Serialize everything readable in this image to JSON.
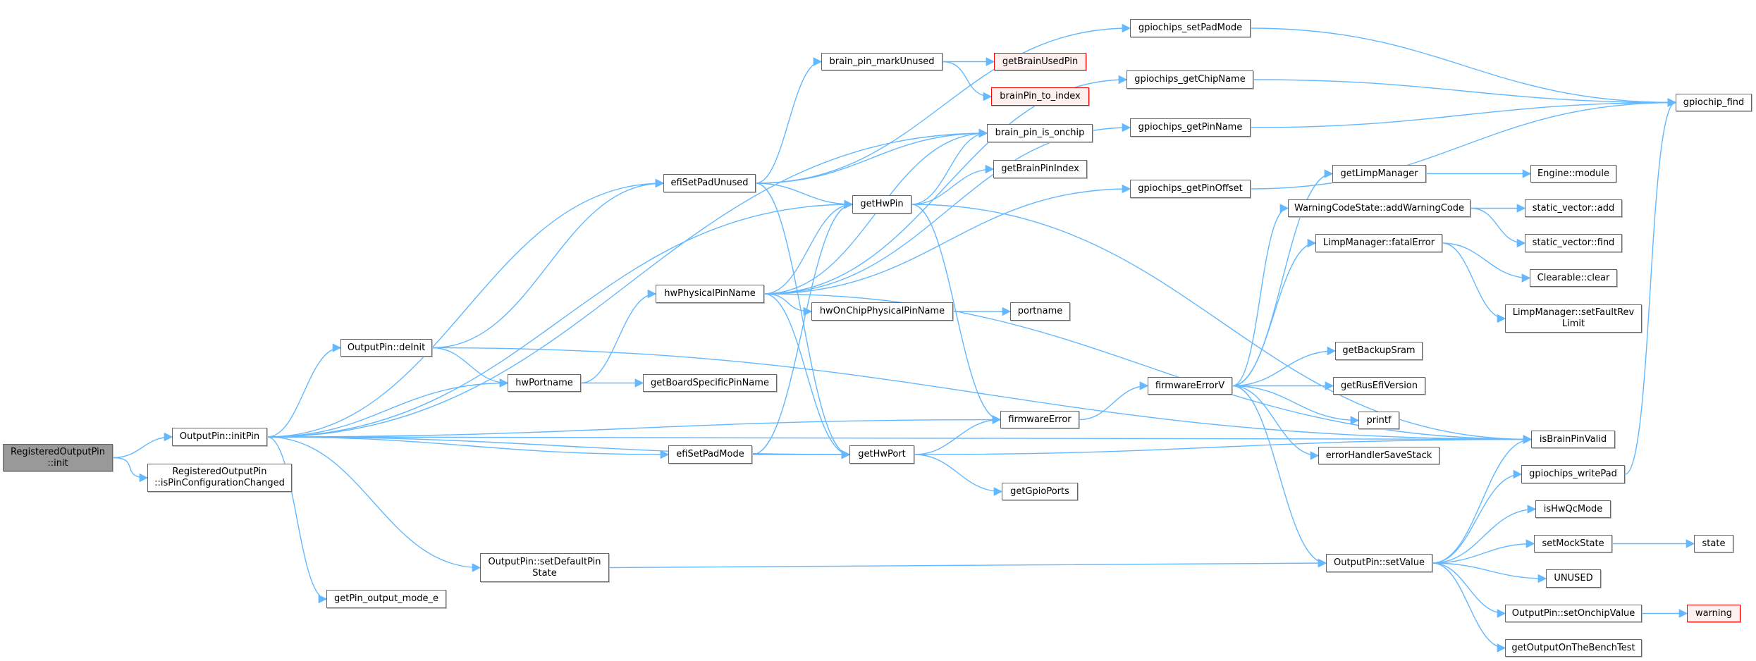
{
  "graph": {
    "colors": {
      "edge": "#63b8ff",
      "node_border": "#666666",
      "root_fill": "#999999",
      "undocumented_border": "#ff0000",
      "undocumented_fill": "#fff0f0"
    },
    "nodes": [
      {
        "id": "init",
        "lines": [
          "RegisteredOutputPin",
          "::init"
        ],
        "style": "root"
      },
      {
        "id": "initPin",
        "lines": [
          "OutputPin::initPin"
        ]
      },
      {
        "id": "isPinConfigurationChanged",
        "lines": [
          "RegisteredOutputPin",
          "::isPinConfigurationChanged"
        ]
      },
      {
        "id": "setDefaultPinState",
        "lines": [
          "OutputPin::setDefaultPin",
          "State"
        ]
      },
      {
        "id": "getPin_output_mode_e",
        "lines": [
          "getPin_output_mode_e"
        ]
      },
      {
        "id": "deInit",
        "lines": [
          "OutputPin::deInit"
        ]
      },
      {
        "id": "hwPortname",
        "lines": [
          "hwPortname"
        ]
      },
      {
        "id": "getBoardSpecificPinName",
        "lines": [
          "getBoardSpecificPinName"
        ]
      },
      {
        "id": "efiSetPadMode",
        "lines": [
          "efiSetPadMode"
        ]
      },
      {
        "id": "getHwPort",
        "lines": [
          "getHwPort"
        ]
      },
      {
        "id": "efiSetPadUnused",
        "lines": [
          "efiSetPadUnused"
        ]
      },
      {
        "id": "getHwPin",
        "lines": [
          "getHwPin"
        ]
      },
      {
        "id": "hwPhysicalPinName",
        "lines": [
          "hwPhysicalPinName"
        ]
      },
      {
        "id": "hwOnChipPhysicalPinName",
        "lines": [
          "hwOnChipPhysicalPinName"
        ]
      },
      {
        "id": "portname",
        "lines": [
          "portname"
        ]
      },
      {
        "id": "brain_pin_markUnused",
        "lines": [
          "brain_pin_markUnused"
        ]
      },
      {
        "id": "getBrainUsedPin",
        "lines": [
          "getBrainUsedPin"
        ],
        "style": "red"
      },
      {
        "id": "brainPin_to_index",
        "lines": [
          "brainPin_to_index"
        ],
        "style": "red"
      },
      {
        "id": "brain_pin_is_onchip",
        "lines": [
          "brain_pin_is_onchip"
        ]
      },
      {
        "id": "getBrainPinIndex",
        "lines": [
          "getBrainPinIndex"
        ]
      },
      {
        "id": "gpiochips_setPadMode",
        "lines": [
          "gpiochips_setPadMode"
        ]
      },
      {
        "id": "gpiochips_getChipName",
        "lines": [
          "gpiochips_getChipName"
        ]
      },
      {
        "id": "gpiochips_getPinName",
        "lines": [
          "gpiochips_getPinName"
        ]
      },
      {
        "id": "gpiochips_getPinOffset",
        "lines": [
          "gpiochips_getPinOffset"
        ]
      },
      {
        "id": "firmwareError",
        "lines": [
          "firmwareError"
        ]
      },
      {
        "id": "getGpioPorts",
        "lines": [
          "getGpioPorts"
        ]
      },
      {
        "id": "firmwareErrorV",
        "lines": [
          "firmwareErrorV"
        ]
      },
      {
        "id": "getBackupSram",
        "lines": [
          "getBackupSram"
        ]
      },
      {
        "id": "getRusEfiVersion",
        "lines": [
          "getRusEfiVersion"
        ]
      },
      {
        "id": "printf",
        "lines": [
          "printf"
        ]
      },
      {
        "id": "errorHandlerSaveStack",
        "lines": [
          "errorHandlerSaveStack"
        ]
      },
      {
        "id": "setValue",
        "lines": [
          "OutputPin::setValue"
        ]
      },
      {
        "id": "gpiochip_find",
        "lines": [
          "gpiochip_find"
        ]
      },
      {
        "id": "getLimpManager",
        "lines": [
          "getLimpManager"
        ]
      },
      {
        "id": "Engine_module",
        "lines": [
          "Engine::module"
        ]
      },
      {
        "id": "addWarningCode",
        "lines": [
          "WarningCodeState::addWarningCode"
        ]
      },
      {
        "id": "static_vector_add",
        "lines": [
          "static_vector::add"
        ]
      },
      {
        "id": "static_vector_find",
        "lines": [
          "static_vector::find"
        ]
      },
      {
        "id": "fatalError",
        "lines": [
          "LimpManager::fatalError"
        ]
      },
      {
        "id": "Clearable_clear",
        "lines": [
          "Clearable::clear"
        ]
      },
      {
        "id": "setFaultRevLimit",
        "lines": [
          "LimpManager::setFaultRev",
          "Limit"
        ]
      },
      {
        "id": "isBrainPinValid",
        "lines": [
          "isBrainPinValid"
        ]
      },
      {
        "id": "gpiochips_writePad",
        "lines": [
          "gpiochips_writePad"
        ]
      },
      {
        "id": "isHwQcMode",
        "lines": [
          "isHwQcMode"
        ]
      },
      {
        "id": "setMockState",
        "lines": [
          "setMockState"
        ]
      },
      {
        "id": "state",
        "lines": [
          "state"
        ]
      },
      {
        "id": "UNUSED",
        "lines": [
          "UNUSED"
        ]
      },
      {
        "id": "setOnchipValue",
        "lines": [
          "OutputPin::setOnchipValue"
        ]
      },
      {
        "id": "warning",
        "lines": [
          "warning"
        ],
        "style": "red"
      },
      {
        "id": "getOutputOnTheBenchTest",
        "lines": [
          "getOutputOnTheBenchTest"
        ]
      }
    ],
    "edges": [
      [
        "init",
        "initPin"
      ],
      [
        "init",
        "isPinConfigurationChanged"
      ],
      [
        "initPin",
        "brain_pin_is_onchip"
      ],
      [
        "initPin",
        "efiSetPadUnused"
      ],
      [
        "initPin",
        "getHwPin"
      ],
      [
        "initPin",
        "deInit"
      ],
      [
        "initPin",
        "hwPortname"
      ],
      [
        "initPin",
        "firmwareError"
      ],
      [
        "initPin",
        "efiSetPadMode"
      ],
      [
        "initPin",
        "getHwPort"
      ],
      [
        "initPin",
        "isBrainPinValid"
      ],
      [
        "initPin",
        "setDefaultPinState"
      ],
      [
        "initPin",
        "getPin_output_mode_e"
      ],
      [
        "deInit",
        "efiSetPadUnused"
      ],
      [
        "deInit",
        "hwPortname"
      ],
      [
        "deInit",
        "isBrainPinValid"
      ],
      [
        "efiSetPadUnused",
        "gpiochips_setPadMode"
      ],
      [
        "efiSetPadUnused",
        "brain_pin_markUnused"
      ],
      [
        "efiSetPadUnused",
        "brain_pin_is_onchip"
      ],
      [
        "efiSetPadUnused",
        "getHwPin"
      ],
      [
        "efiSetPadUnused",
        "getHwPort"
      ],
      [
        "brain_pin_markUnused",
        "getBrainUsedPin"
      ],
      [
        "brain_pin_markUnused",
        "brainPin_to_index"
      ],
      [
        "getHwPin",
        "brain_pin_is_onchip"
      ],
      [
        "getHwPin",
        "getBrainPinIndex"
      ],
      [
        "getHwPin",
        "firmwareError"
      ],
      [
        "getHwPin",
        "isBrainPinValid"
      ],
      [
        "hwPhysicalPinName",
        "brain_pin_is_onchip"
      ],
      [
        "hwPhysicalPinName",
        "getHwPin"
      ],
      [
        "hwPhysicalPinName",
        "gpiochips_getChipName"
      ],
      [
        "hwPhysicalPinName",
        "gpiochips_getPinName"
      ],
      [
        "hwPhysicalPinName",
        "gpiochips_getPinOffset"
      ],
      [
        "hwPhysicalPinName",
        "hwOnChipPhysicalPinName"
      ],
      [
        "hwPhysicalPinName",
        "getHwPort"
      ],
      [
        "hwPhysicalPinName",
        "isBrainPinValid"
      ],
      [
        "hwOnChipPhysicalPinName",
        "portname"
      ],
      [
        "hwPortname",
        "hwPhysicalPinName"
      ],
      [
        "hwPortname",
        "getBoardSpecificPinName"
      ],
      [
        "efiSetPadMode",
        "getHwPin"
      ],
      [
        "efiSetPadMode",
        "getHwPort"
      ],
      [
        "getHwPort",
        "firmwareError"
      ],
      [
        "getHwPort",
        "isBrainPinValid"
      ],
      [
        "getHwPort",
        "getGpioPorts"
      ],
      [
        "gpiochips_setPadMode",
        "gpiochip_find"
      ],
      [
        "gpiochips_getChipName",
        "gpiochip_find"
      ],
      [
        "gpiochips_getPinName",
        "gpiochip_find"
      ],
      [
        "gpiochips_getPinOffset",
        "gpiochip_find"
      ],
      [
        "firmwareError",
        "firmwareErrorV"
      ],
      [
        "firmwareErrorV",
        "getLimpManager"
      ],
      [
        "firmwareErrorV",
        "addWarningCode"
      ],
      [
        "firmwareErrorV",
        "fatalError"
      ],
      [
        "firmwareErrorV",
        "getBackupSram"
      ],
      [
        "firmwareErrorV",
        "getRusEfiVersion"
      ],
      [
        "firmwareErrorV",
        "printf"
      ],
      [
        "firmwareErrorV",
        "errorHandlerSaveStack"
      ],
      [
        "firmwareErrorV",
        "setValue"
      ],
      [
        "getLimpManager",
        "Engine_module"
      ],
      [
        "addWarningCode",
        "static_vector_add"
      ],
      [
        "addWarningCode",
        "static_vector_find"
      ],
      [
        "fatalError",
        "Clearable_clear"
      ],
      [
        "fatalError",
        "setFaultRevLimit"
      ],
      [
        "setDefaultPinState",
        "setValue"
      ],
      [
        "setValue",
        "isBrainPinValid"
      ],
      [
        "setValue",
        "gpiochips_writePad"
      ],
      [
        "setValue",
        "isHwQcMode"
      ],
      [
        "setValue",
        "setMockState"
      ],
      [
        "setValue",
        "UNUSED"
      ],
      [
        "setValue",
        "setOnchipValue"
      ],
      [
        "setValue",
        "getOutputOnTheBenchTest"
      ],
      [
        "gpiochips_writePad",
        "gpiochip_find"
      ],
      [
        "setMockState",
        "state"
      ],
      [
        "setOnchipValue",
        "warning"
      ]
    ]
  }
}
